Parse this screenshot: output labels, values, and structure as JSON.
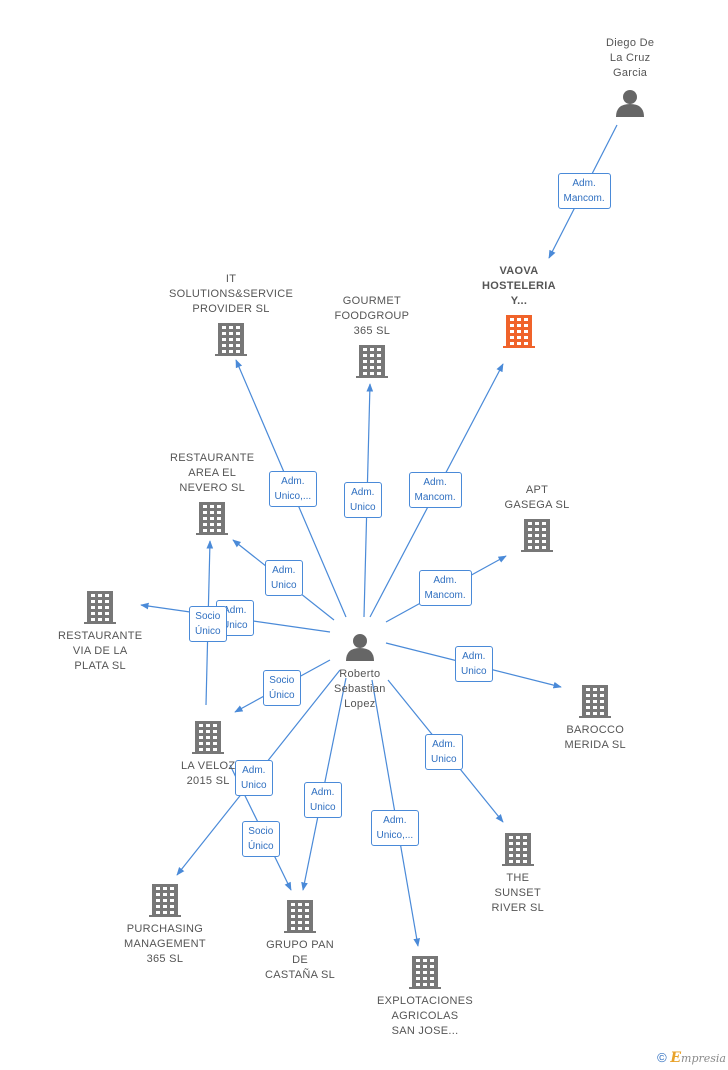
{
  "colors": {
    "edge": "#4a8ad8",
    "building": "#777777",
    "building_highlight": "#f0632a",
    "person": "#666666"
  },
  "nodes": [
    {
      "id": "diego",
      "type": "person",
      "lines": [
        "Diego De",
        "La Cruz",
        "Garcia"
      ]
    },
    {
      "id": "vaova",
      "type": "company",
      "highlight": true,
      "lines": [
        "VAOVA",
        "HOSTELERIA",
        "Y..."
      ]
    },
    {
      "id": "it",
      "type": "company",
      "lines": [
        "IT",
        "SOLUTIONS&SERVICE",
        "PROVIDER  SL"
      ]
    },
    {
      "id": "gourmet",
      "type": "company",
      "lines": [
        "GOURMET",
        "FOODGROUP",
        "365  SL"
      ]
    },
    {
      "id": "area",
      "type": "company",
      "lines": [
        "RESTAURANTE",
        "AREA EL",
        "NEVERO  SL"
      ]
    },
    {
      "id": "apt",
      "type": "company",
      "lines": [
        "APT",
        "GASEGA  SL"
      ]
    },
    {
      "id": "via",
      "type": "company",
      "lines": [
        "RESTAURANTE",
        "VIA DE LA",
        "PLATA SL"
      ]
    },
    {
      "id": "roberto",
      "type": "person",
      "lines": [
        "Roberto",
        "Sebastian",
        "Lopez"
      ]
    },
    {
      "id": "barocco",
      "type": "company",
      "lines": [
        "BAROCCO",
        "MERIDA  SL"
      ]
    },
    {
      "id": "veloz",
      "type": "company",
      "lines": [
        "LA VELOZ",
        "2015  SL"
      ]
    },
    {
      "id": "sunset",
      "type": "company",
      "lines": [
        "THE",
        "SUNSET",
        "RIVER  SL"
      ]
    },
    {
      "id": "purchasing",
      "type": "company",
      "lines": [
        "PURCHASING",
        "MANAGEMENT",
        "365  SL"
      ]
    },
    {
      "id": "grupo",
      "type": "company",
      "lines": [
        "GRUPO PAN",
        "DE",
        "CASTAÑA  SL"
      ]
    },
    {
      "id": "explot",
      "type": "company",
      "lines": [
        "EXPLOTACIONES",
        "AGRICOLAS",
        "SAN JOSE..."
      ]
    }
  ],
  "edges": [
    {
      "from": "diego",
      "to": "vaova",
      "label": [
        "Adm.",
        "Mancom."
      ]
    },
    {
      "from": "roberto",
      "to": "it",
      "label": [
        "Adm.",
        "Unico,..."
      ]
    },
    {
      "from": "roberto",
      "to": "gourmet",
      "label": [
        "Adm.",
        "Unico"
      ]
    },
    {
      "from": "roberto",
      "to": "vaova",
      "label": [
        "Adm.",
        "Mancom."
      ]
    },
    {
      "from": "roberto",
      "to": "apt",
      "label": [
        "Adm.",
        "Mancom."
      ]
    },
    {
      "from": "roberto",
      "to": "area",
      "label": [
        "Adm.",
        "Unico"
      ]
    },
    {
      "from": "roberto",
      "to": "via",
      "label": [
        "Adm.",
        "Unico"
      ]
    },
    {
      "from": "veloz",
      "to": "via",
      "label": [
        "Socio",
        "Único"
      ]
    },
    {
      "from": "roberto",
      "to": "veloz",
      "label": [
        "Socio",
        "Único"
      ]
    },
    {
      "from": "roberto",
      "to": "barocco",
      "label": [
        "Adm.",
        "Unico"
      ]
    },
    {
      "from": "roberto",
      "to": "purchasing",
      "label": [
        "Adm.",
        "Unico"
      ]
    },
    {
      "from": "veloz",
      "to": "grupo",
      "label": [
        "Socio",
        "Único"
      ]
    },
    {
      "from": "roberto",
      "to": "grupo",
      "label": [
        "Adm.",
        "Unico"
      ]
    },
    {
      "from": "roberto",
      "to": "explot",
      "label": [
        "Adm.",
        "Unico,..."
      ]
    },
    {
      "from": "roberto",
      "to": "sunset",
      "label": [
        "Adm.",
        "Unico"
      ]
    }
  ],
  "footer": {
    "copyright": "©",
    "brand_initial": "E",
    "brand_rest": "mpresia"
  }
}
